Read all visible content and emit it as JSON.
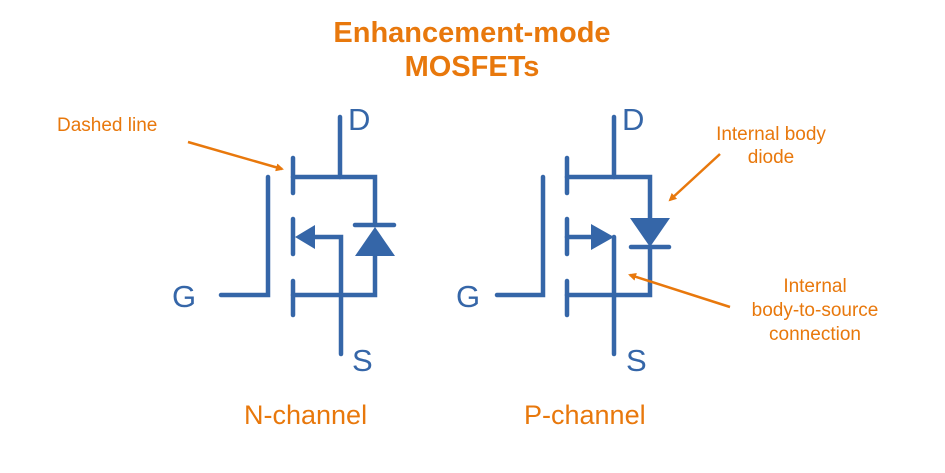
{
  "title": {
    "line1": "Enhancement-mode",
    "line2": "MOSFETs"
  },
  "colors": {
    "symbol": "#3566a8",
    "annotation": "#e8780c",
    "background": "#ffffff"
  },
  "transistors": [
    {
      "id": "n-channel",
      "caption": "N-channel",
      "body_arrow_direction": "inward",
      "diode_orientation": "anode-bottom",
      "pins": {
        "drain": "D",
        "gate": "G",
        "source": "S"
      }
    },
    {
      "id": "p-channel",
      "caption": "P-channel",
      "body_arrow_direction": "outward",
      "diode_orientation": "anode-top",
      "pins": {
        "drain": "D",
        "gate": "G",
        "source": "S"
      }
    }
  ],
  "annotations": {
    "dashed_line": "Dashed line",
    "body_diode": [
      "Internal body",
      "diode"
    ],
    "body_to_source": [
      "Internal",
      "body-to-source",
      "connection"
    ]
  }
}
